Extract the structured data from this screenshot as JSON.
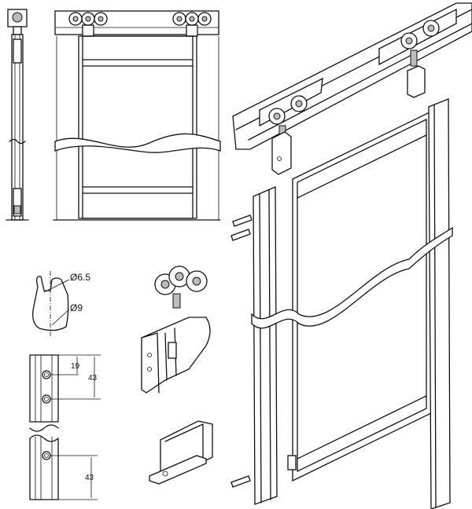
{
  "labels": {
    "hole_small": "Ø6.5",
    "hole_large": "Ø9",
    "dim_top_offset": "19",
    "dim_hole_spacing": "43",
    "dim_bottom_offset": "43"
  },
  "colors": {
    "line": "#111111",
    "background": "#ffffff"
  }
}
